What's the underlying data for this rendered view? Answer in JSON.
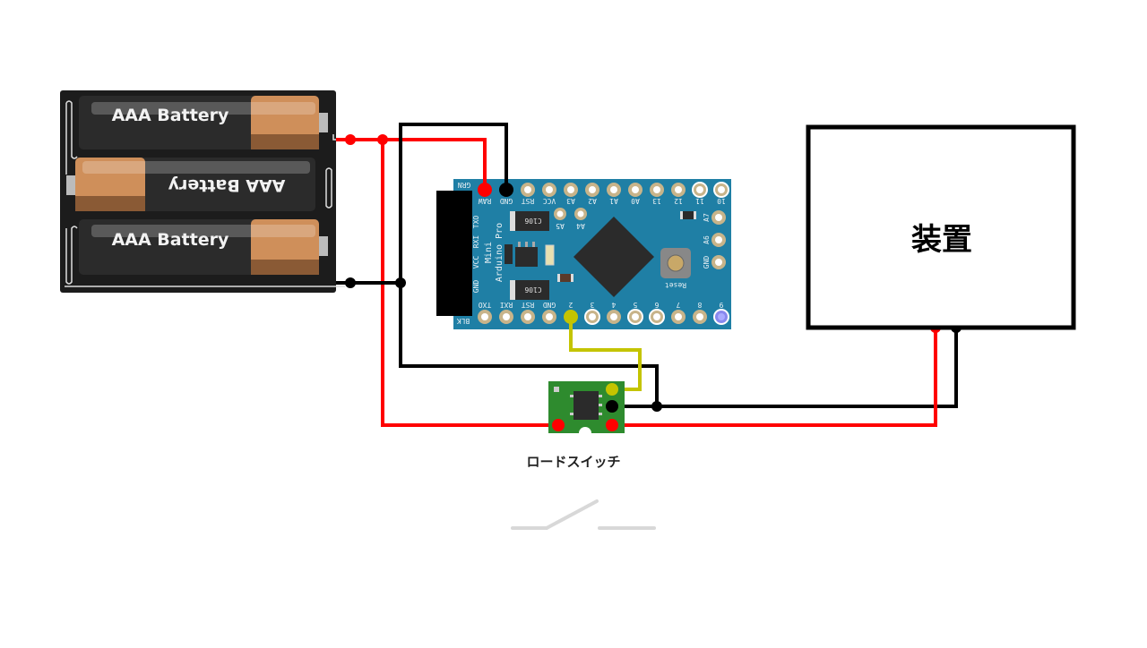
{
  "diagram": {
    "battery_holder": {
      "cells": [
        {
          "label": "AAA Battery",
          "orientation": "normal"
        },
        {
          "label": "AAA Battery",
          "orientation": "flipped"
        },
        {
          "label": "AAA Battery",
          "orientation": "normal"
        }
      ]
    },
    "arduino": {
      "name_line1": "Arduino Pro",
      "name_line2": "Mini",
      "side_labels": [
        "GND",
        "VCC",
        "RXI",
        "TXO"
      ],
      "grn_label": "GRN",
      "blk_label": "BLK",
      "top_pins": [
        "RAW",
        "GND",
        "RST",
        "VCC",
        "A3",
        "A2",
        "A1",
        "A0",
        "13",
        "12",
        "11",
        "10"
      ],
      "bottom_pins": [
        "TXO",
        "RXI",
        "RST",
        "GND",
        "2",
        "3",
        "4",
        "5",
        "6",
        "7",
        "8",
        "9"
      ],
      "right_pins": [
        "A7",
        "A6",
        "GND"
      ],
      "inner_pins": [
        "A5",
        "A4"
      ],
      "cap_label": "C106",
      "reset_label": "Reset"
    },
    "load_switch": {
      "label": "ロードスイッチ"
    },
    "device": {
      "label": "装置"
    },
    "colors": {
      "positive_wire": "#ff0000",
      "ground_wire": "#000000",
      "signal_wire": "#c4c400",
      "pcb_blue": "#1f7fa5",
      "switch_pcb": "#2e8b2e",
      "battery_copper": "#cf8f5a",
      "switch_symbol": "#d8d8d8"
    }
  }
}
